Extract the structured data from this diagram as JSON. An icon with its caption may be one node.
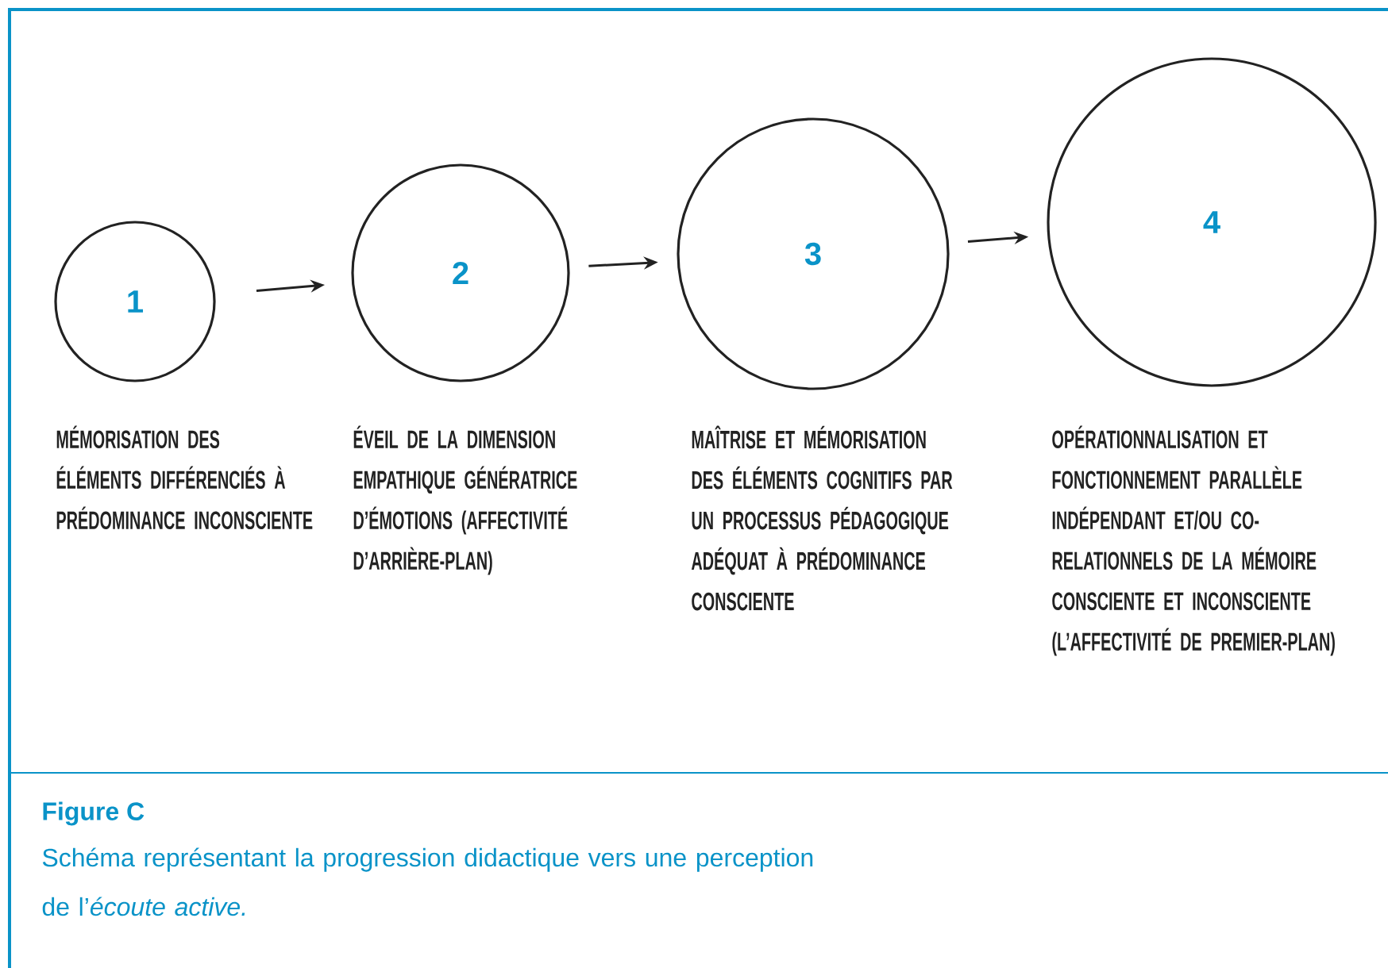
{
  "diagram": {
    "title": "Figure C",
    "caption": "Schéma représentant la progression didactique vers une perception de l’*écoute active.*",
    "nodes": [
      {
        "text": [
          "1"
        ],
        "beside": [
          "MÉMORISATION DES ÉLÉMENTS DIFFÉRENCIÉS À PRÉDOMINANCE INCONSCIENTE"
        ]
      },
      {
        "text": [
          "2"
        ],
        "beside": [
          "ÉVEIL DE LA DIMENSION EMPATHIQUE GÉNÉRATRICE D’ÉMOTIONS (AFFECTIVITÉ D’ARRIÈRE-PLAN)"
        ]
      },
      {
        "text": [
          "3"
        ],
        "beside": [
          "MAÎTRISE ET MÉMORISATION DES ÉLÉMENTS COGNITIFS PAR UN PROCESSUS PÉDAGOGIQUE ADÉQUAT À PRÉDOMINANCE CONSCIENTE"
        ]
      },
      {
        "text": [
          "4"
        ],
        "beside": [
          "OPÉRATIONNALISATION ET FONCTIONNEMENT PARALLÈLE INDÉPENDANT ET/OU CO-RELATIONNELS DE LA MÉMOIRE CONSCIENTE ET INCONSCIENTE (L’AFFECTIVITÉ DE PREMIER-PLAN)"
        ]
      }
    ],
    "edges": [
      {
        "from": 0,
        "to": 1,
        "arrow": "to"
      },
      {
        "from": 1,
        "to": 2,
        "arrow": "to"
      },
      {
        "from": 2,
        "to": 3,
        "arrow": "to"
      }
    ]
  }
}
